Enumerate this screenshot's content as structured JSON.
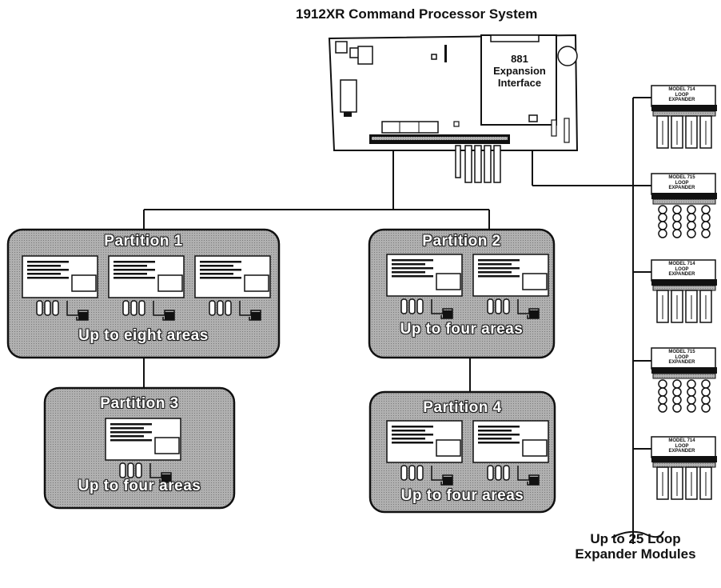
{
  "title": "1912XR Command Processor System",
  "interface_label": {
    "line1": "881",
    "line2": "Expansion",
    "line3": "Interface"
  },
  "partitions": [
    {
      "name": "Partition 1",
      "areas": "Up to eight areas",
      "keypads": 3
    },
    {
      "name": "Partition 2",
      "areas": "Up to four areas",
      "keypads": 2
    },
    {
      "name": "Partition 3",
      "areas": "Up to four areas",
      "keypads": 1
    },
    {
      "name": "Partition 4",
      "areas": "Up to four areas",
      "keypads": 2
    }
  ],
  "expanders": [
    {
      "model": "MODEL 714",
      "line2": "LOOP",
      "line3": "EXPANDER",
      "style": "714"
    },
    {
      "model": "MODEL 715",
      "line2": "LOOP",
      "line3": "EXPANDER",
      "style": "715"
    },
    {
      "model": "MODEL 714",
      "line2": "LOOP",
      "line3": "EXPANDER",
      "style": "714"
    },
    {
      "model": "MODEL 715",
      "line2": "LOOP",
      "line3": "EXPANDER",
      "style": "715"
    },
    {
      "model": "MODEL 714",
      "line2": "LOOP",
      "line3": "EXPANDER",
      "style": "714"
    }
  ],
  "caption": {
    "line1": "Up to 25 Loop",
    "line2": "Expander Modules"
  },
  "colors": {
    "panel_fill": "#a9a9a9",
    "line": "#111111"
  }
}
